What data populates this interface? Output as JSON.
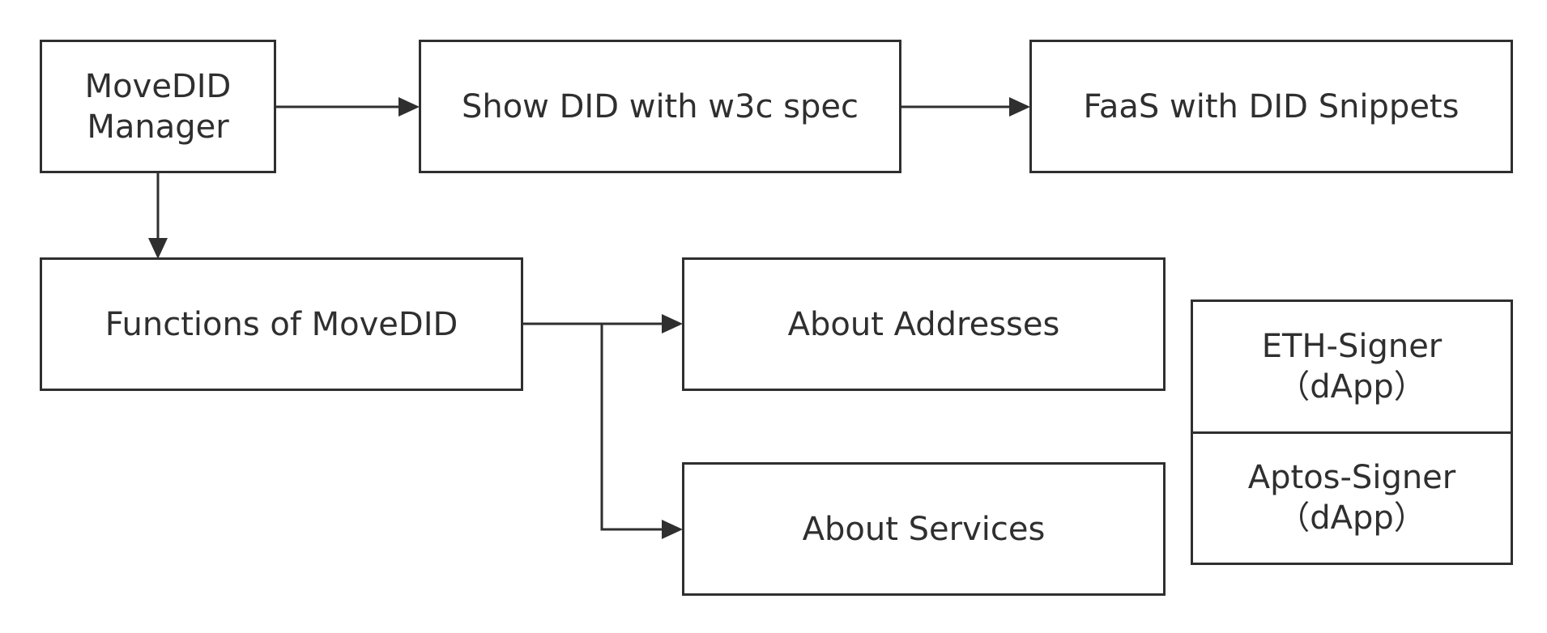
{
  "nodes": {
    "manager": "MoveDID\nManager",
    "show_did": "Show DID with w3c spec",
    "faas": "FaaS with DID Snippets",
    "functions": "Functions of MoveDID",
    "addresses": "About Addresses",
    "services": "About Services",
    "eth_signer": "ETH-Signer\n（dApp）",
    "aptos_signer": "Aptos-Signer\n（dApp）"
  }
}
